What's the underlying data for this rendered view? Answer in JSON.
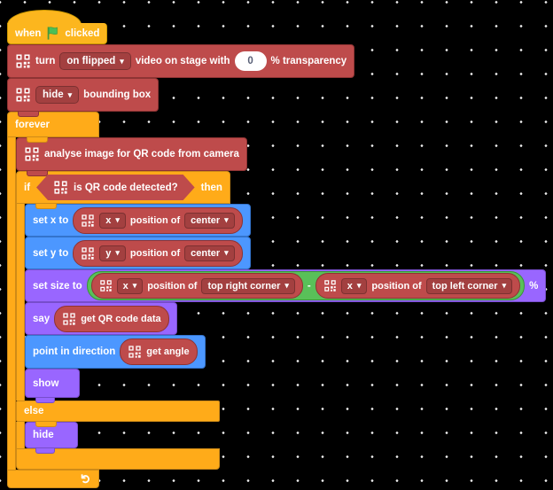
{
  "colors": {
    "background": "#000000",
    "events": "#FCB61E",
    "events_border": "#CC9900",
    "control": "#FFAB19",
    "control_border": "#CF8B17",
    "motion": "#4C97FF",
    "motion_border": "#3373CC",
    "looks": "#9966FF",
    "looks_border": "#774DCB",
    "operators": "#59C059",
    "operators_border": "#389438",
    "extension": "#BE4B4B",
    "extension_border": "#8E3333",
    "extension_field_border": "#8E3333",
    "flag_green": "#4CBF56",
    "flag_pole": "#45993D",
    "input_text": "#575E75"
  },
  "hat_block": {
    "when": "when",
    "clicked": "clicked"
  },
  "video_block": {
    "turn": "turn",
    "mode": "on flipped",
    "middle": "video on stage with",
    "transparency": "0",
    "suffix": "% transparency"
  },
  "bounding_block": {
    "mode": "hide",
    "label": "bounding box"
  },
  "forever_block": {
    "label": "forever"
  },
  "analyse_block": {
    "label": "analyse image for QR code from camera"
  },
  "if_block": {
    "if_label": "if",
    "condition": "is QR code detected?",
    "then_label": "then",
    "else_label": "else"
  },
  "set_x_block": {
    "label": "set x to",
    "reporter": {
      "axis": "x",
      "of": "position of",
      "anchor": "center"
    }
  },
  "set_y_block": {
    "label": "set y to",
    "reporter": {
      "axis": "y",
      "of": "position of",
      "anchor": "center"
    }
  },
  "set_size_block": {
    "label": "set size to",
    "operator": "-",
    "percent": "%",
    "reporter_right": {
      "axis": "x",
      "of": "position of",
      "anchor": "top right corner"
    },
    "reporter_left": {
      "axis": "x",
      "of": "position of",
      "anchor": "top left corner"
    }
  },
  "say_block": {
    "label": "say",
    "reporter": "get QR code data"
  },
  "point_block": {
    "label": "point in direction",
    "reporter": "get angle"
  },
  "show_block": {
    "label": "show"
  },
  "hide_block": {
    "label": "hide"
  },
  "icons": {
    "caret": "▾",
    "loop_arrow": "↻"
  }
}
